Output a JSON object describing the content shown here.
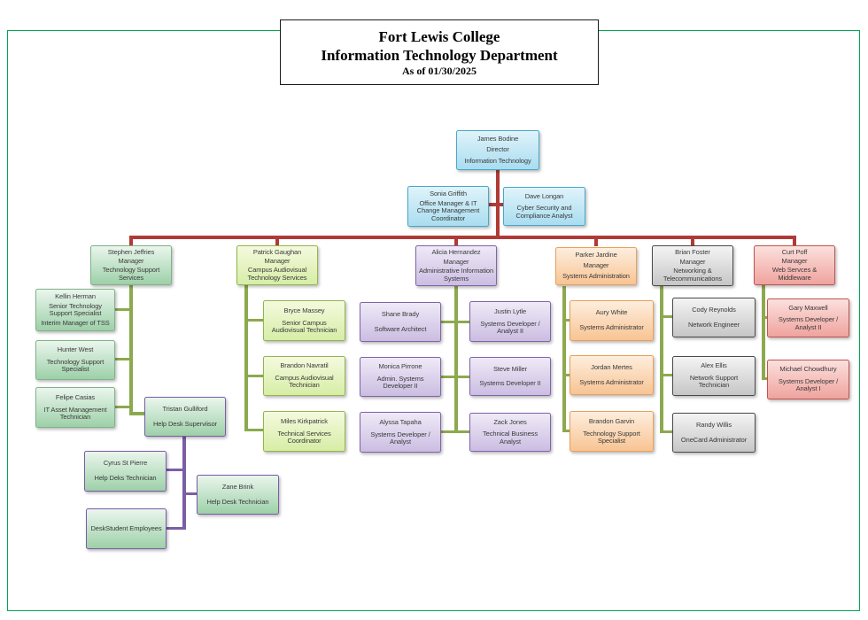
{
  "title": {
    "line1": "Fort Lewis College",
    "line2": "Information Technology Department",
    "line3": "As of 01/30/2025"
  },
  "palette": {
    "connector_red": "#b03a36",
    "connector_olive": "#8ca94e",
    "connector_purple": "#7b5ea6",
    "page_border_green": "#00a651",
    "blue_box_border": "#47a8c9",
    "green_box_border": "#7fb389",
    "lime_box_border": "#93b54d",
    "purple_box_border": "#8164a8",
    "orange_box_border": "#e9a05a",
    "gray_box_border": "#4a4a4a",
    "pink_box_border": "#c05450"
  },
  "nodes": [
    {
      "id": "james-bodine",
      "parent": null,
      "lines": [
        "James Bodine",
        "Director",
        "Information Technology"
      ]
    },
    {
      "id": "sonia-griffith",
      "parent": "james-bodine",
      "lines": [
        "Sonia Griffith",
        "Office Manager & IT Change Management Coordinator"
      ]
    },
    {
      "id": "dave-longan",
      "parent": "james-bodine",
      "lines": [
        "Dave Longan",
        "Cyber Security and Compliance Analyst"
      ]
    },
    {
      "id": "stephen-jeffries",
      "parent": "james-bodine",
      "lines": [
        "Stephen Jeffries",
        "Manager",
        "Technology Support Services"
      ]
    },
    {
      "id": "patrick-gaughan",
      "parent": "james-bodine",
      "lines": [
        "Patrick Gaughan",
        "Manager",
        "Campus Audiovisual Technology Services"
      ]
    },
    {
      "id": "alicia-hernandez",
      "parent": "james-bodine",
      "lines": [
        "Alicia Hernandez",
        "Manager",
        "Administrative Information Systems"
      ]
    },
    {
      "id": "parker-jardine",
      "parent": "james-bodine",
      "lines": [
        "Parker Jardine",
        "Manager",
        "Systems Administration"
      ]
    },
    {
      "id": "brian-foster",
      "parent": "james-bodine",
      "lines": [
        "Brian Foster",
        "Manager",
        "Networking & Telecommunications"
      ]
    },
    {
      "id": "curt-poff",
      "parent": "james-bodine",
      "lines": [
        "Curt Poff",
        "Manager",
        "Web Servces & Middleware"
      ]
    },
    {
      "id": "kellin-herman",
      "parent": "stephen-jeffries",
      "lines": [
        "Kellin Herman",
        "Senior Technology Support Specialist",
        "Interim Manager of TSS"
      ]
    },
    {
      "id": "hunter-west",
      "parent": "stephen-jeffries",
      "lines": [
        "Hunter West",
        "Technology Support Specialist"
      ]
    },
    {
      "id": "felipe-casias",
      "parent": "stephen-jeffries",
      "lines": [
        "Felipe Casias",
        "IT Asset Management Technician"
      ]
    },
    {
      "id": "tristan-gulliford",
      "parent": "stephen-jeffries",
      "lines": [
        "Tristan Gulliford",
        "Help Desk Superviisor"
      ]
    },
    {
      "id": "cyrus-st-pierre",
      "parent": "tristan-gulliford",
      "lines": [
        "Cyrus St Pierre",
        "Help Deks Technician"
      ]
    },
    {
      "id": "zane-brink",
      "parent": "tristan-gulliford",
      "lines": [
        "Zane Brink",
        "Help Desk Technician"
      ]
    },
    {
      "id": "deskstudent-employees",
      "parent": "tristan-gulliford",
      "lines": [
        "DeskStudent Employees"
      ]
    },
    {
      "id": "bryce-massey",
      "parent": "patrick-gaughan",
      "lines": [
        "Bryce Massey",
        "Senior Campus Audiovisual Technician"
      ]
    },
    {
      "id": "brandon-navratil",
      "parent": "patrick-gaughan",
      "lines": [
        "Brandon Navratil",
        "Campus Audiovisual Technician"
      ]
    },
    {
      "id": "miles-kirkpatrick",
      "parent": "patrick-gaughan",
      "lines": [
        "Miles Kirkpatrick",
        "Technical Services Coordinator"
      ]
    },
    {
      "id": "shane-brady",
      "parent": "alicia-hernandez",
      "lines": [
        "Shane Brady",
        "Software Architect"
      ]
    },
    {
      "id": "monica-pirrone",
      "parent": "alicia-hernandez",
      "lines": [
        "Monica Pirrone",
        "Admin. Systems Developer II"
      ]
    },
    {
      "id": "alyssa-tapaha",
      "parent": "alicia-hernandez",
      "lines": [
        "Alyssa Tapaha",
        "Systems Developer / Analyst"
      ]
    },
    {
      "id": "justin-lytle",
      "parent": "alicia-hernandez",
      "lines": [
        "Justin Lytle",
        "Systems Developer / Analyst II"
      ]
    },
    {
      "id": "steve-miller",
      "parent": "alicia-hernandez",
      "lines": [
        "Steve Miller",
        "Systems Developer II"
      ]
    },
    {
      "id": "zack-jones",
      "parent": "alicia-hernandez",
      "lines": [
        "Zack Jones",
        "Technical Business Analyst"
      ]
    },
    {
      "id": "aury-white",
      "parent": "parker-jardine",
      "lines": [
        "Aury White",
        "Systems Administrator"
      ]
    },
    {
      "id": "jordan-mertes",
      "parent": "parker-jardine",
      "lines": [
        "Jordan Mertes",
        "Systems Administrator"
      ]
    },
    {
      "id": "brandon-garvin",
      "parent": "parker-jardine",
      "lines": [
        "Brandon Garvin",
        "Technology Support Specialist"
      ]
    },
    {
      "id": "cody-reynolds",
      "parent": "brian-foster",
      "lines": [
        "Cody Reynolds",
        "Network Engineer"
      ]
    },
    {
      "id": "alex-ellis",
      "parent": "brian-foster",
      "lines": [
        "Alex Ellis",
        "Network Support Technician"
      ]
    },
    {
      "id": "randy-willis",
      "parent": "brian-foster",
      "lines": [
        "Randy Willis",
        "OneCard Administrator"
      ]
    },
    {
      "id": "gary-maxwell",
      "parent": "curt-poff",
      "lines": [
        "Gary Maxwell",
        "Systems Developer / Analyst II"
      ]
    },
    {
      "id": "michael-chowdhury",
      "parent": "curt-poff",
      "lines": [
        "Michael Chowdhury",
        "Systems Developer / Analyst I"
      ]
    }
  ]
}
